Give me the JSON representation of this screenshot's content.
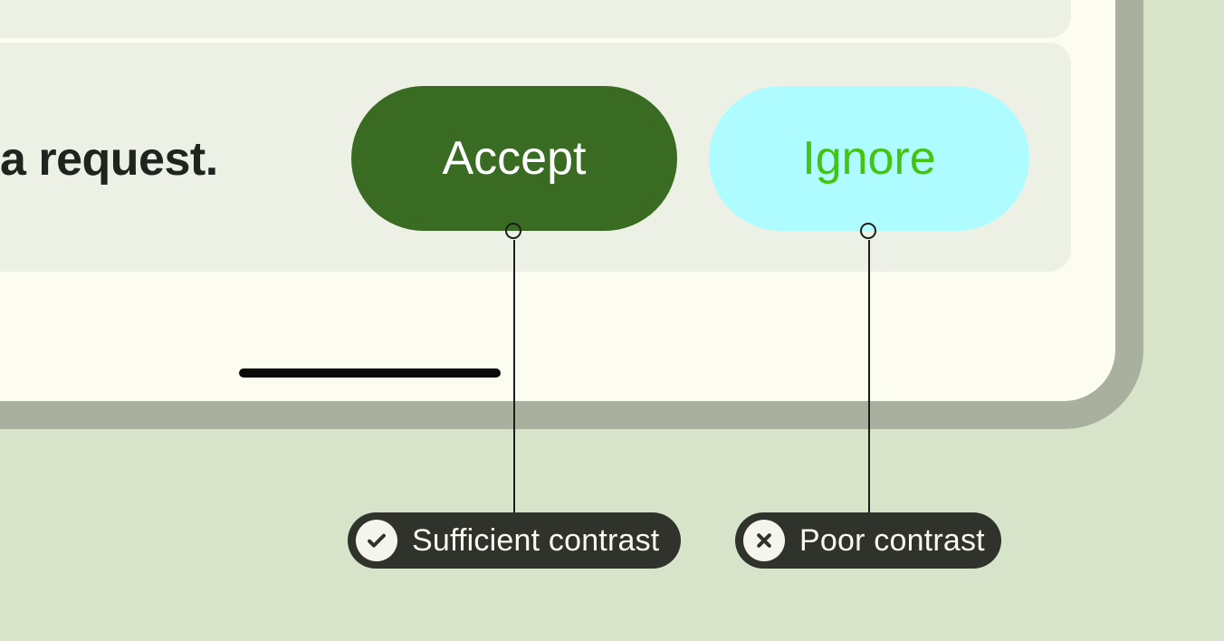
{
  "screen": {
    "message_text": "a request.",
    "buttons": {
      "accept": {
        "label": "Accept"
      },
      "ignore": {
        "label": "Ignore"
      }
    }
  },
  "annotations": {
    "sufficient": {
      "label": "Sufficient contrast",
      "icon": "check-icon"
    },
    "poor": {
      "label": "Poor contrast",
      "icon": "x-icon"
    }
  },
  "colors": {
    "page_bg": "#d8e4ca",
    "frame_color": "#a9b19e",
    "screen_bg": "#fdfcf0",
    "card_bg": "#edf1e5",
    "accept_bg": "#3a6b22",
    "accept_text": "#ffffff",
    "ignore_bg": "#aefcff",
    "ignore_text": "#43c40d",
    "callout_bg": "#2f332c",
    "callout_text": "#faf9ef",
    "callout_icon_bg": "#f6f5ec",
    "message_text_color": "#20241e",
    "connector_color": "#1d1d1d",
    "home_indicator_color": "#0a0a0a"
  }
}
